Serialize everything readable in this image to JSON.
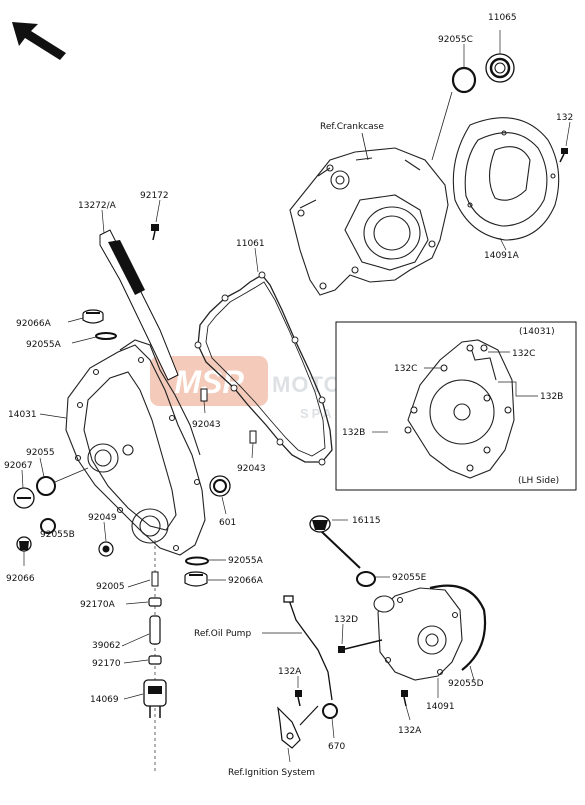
{
  "diagram": {
    "watermark": {
      "logo": "MSP",
      "brand": "MOTORCYCLE",
      "tagline": "SPARE PARTS"
    },
    "inset": {
      "title": "(14031)",
      "caption": "(LH Side)"
    },
    "references": {
      "crankcase": "Ref.Crankcase",
      "oil_pump": "Ref.Oil Pump",
      "ignition": "Ref.Ignition System"
    },
    "callouts": {
      "p11065": "11065",
      "p92055c": "92055C",
      "p132_top": "132",
      "p14091a": "14091A",
      "p11061": "11061",
      "p13272a": "13272/A",
      "p92172": "92172",
      "p92066a_top": "92066A",
      "p92055a_top": "92055A",
      "p14031": "14031",
      "p92055": "92055",
      "p92067": "92067",
      "p92043_a": "92043",
      "p92043_b": "92043",
      "p92049": "92049",
      "p601": "601",
      "p92055b": "92055B",
      "p92066": "92066",
      "p92055a_bot": "92055A",
      "p92066a_bot": "92066A",
      "p92005": "92005",
      "p92170a": "92170A",
      "p39062": "39062",
      "p92170": "92170",
      "p14069": "14069",
      "p16115": "16115",
      "p92055e": "92055E",
      "p132d": "132D",
      "p132a_left": "132A",
      "p132a_right": "132A",
      "p14091": "14091",
      "p92055d": "92055D",
      "p670": "670",
      "p132c_left": "132C",
      "p132c_right": "132C",
      "p132b_right": "132B",
      "p132b_left": "132B"
    }
  }
}
